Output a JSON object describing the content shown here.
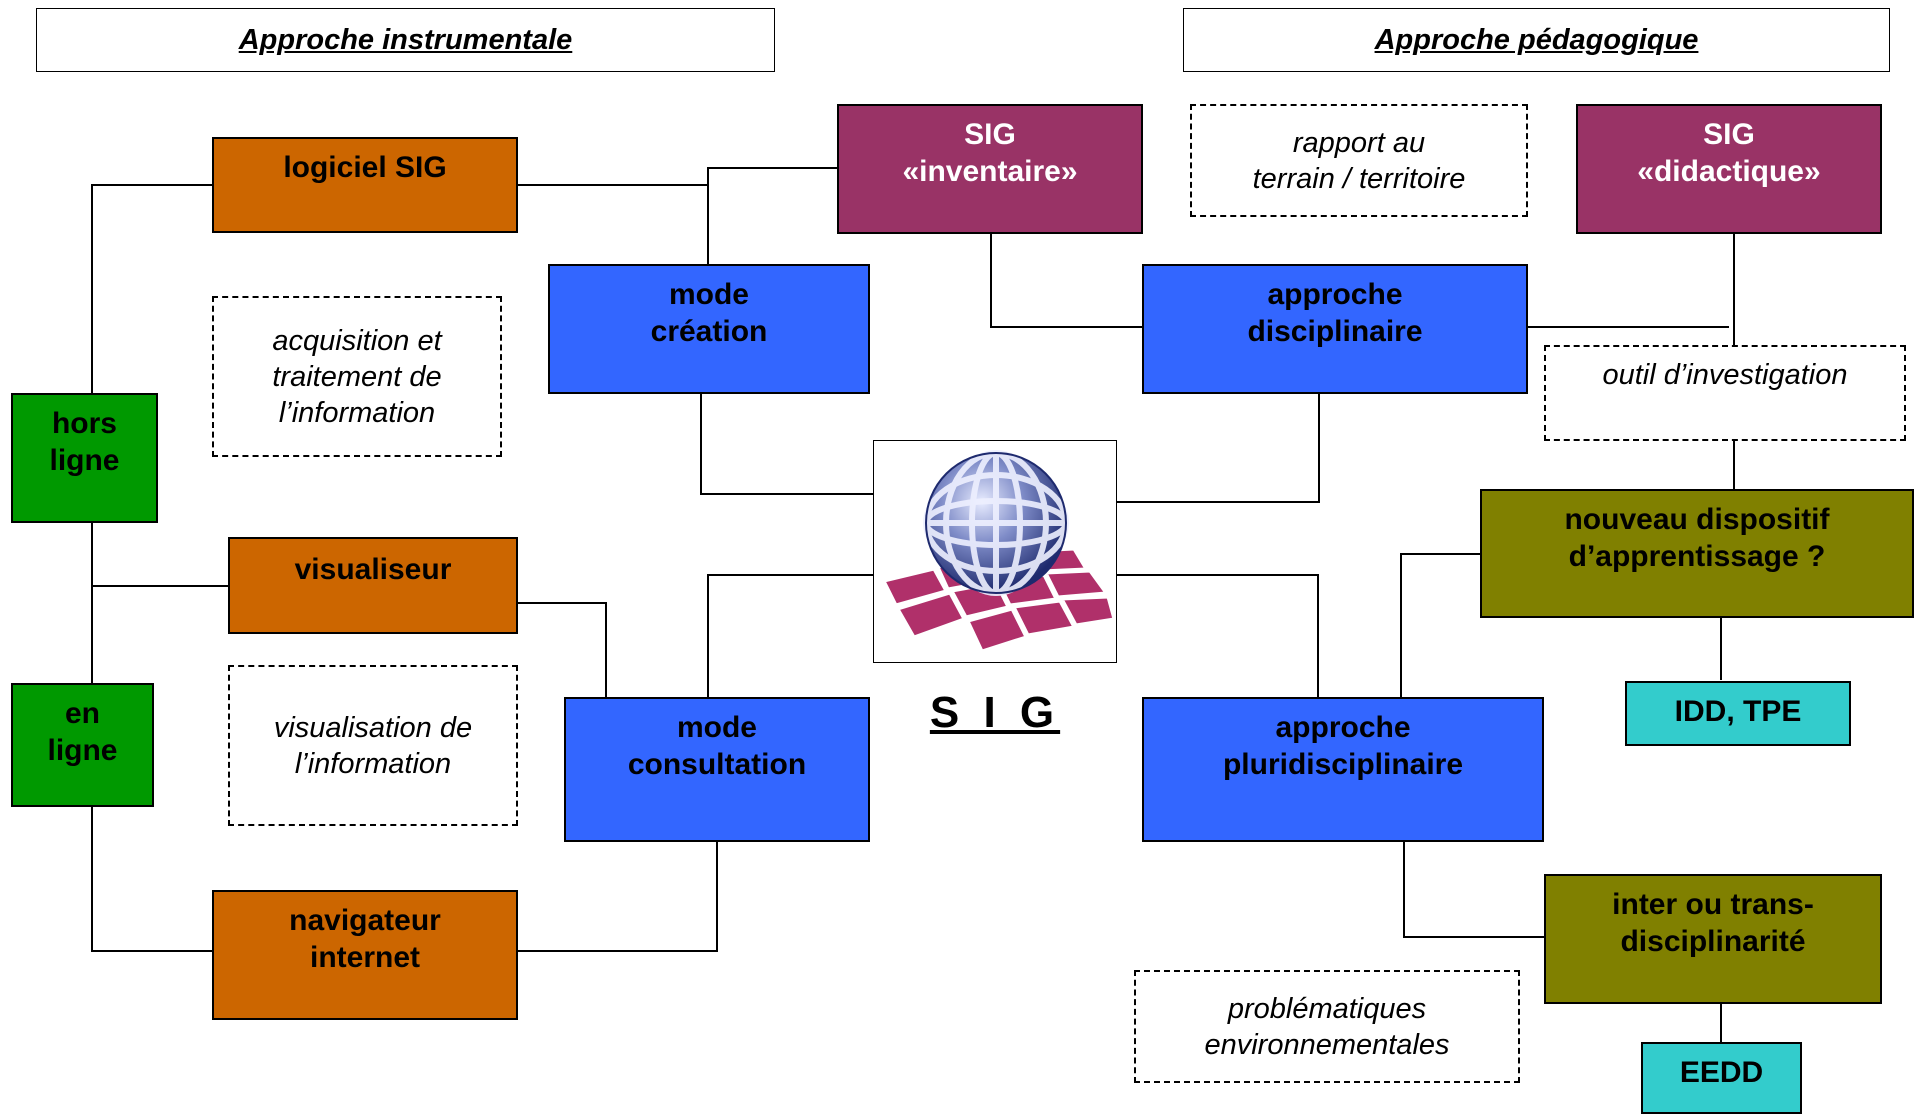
{
  "headers": {
    "left": "Approche instrumentale",
    "right": "Approche pédagogique"
  },
  "nodes": {
    "logiciel_sig": "logiciel SIG",
    "hors_ligne": "hors\nligne",
    "visualiseur": "visualiseur",
    "en_ligne": "en\nligne",
    "navigateur": "navigateur\ninternet",
    "mode_creation": "mode\ncréation",
    "mode_consultation": "mode\nconsultation",
    "sig_inventaire": "SIG\n«inventaire»",
    "sig_didactique": "SIG\n«didactique»",
    "approche_disciplinaire": "approche\ndisciplinaire",
    "approche_pluri": "approche\npluridisciplinaire",
    "nouveau_dispositif": "nouveau dispositif\nd’apprentissage ?",
    "idd_tpe": "IDD, TPE",
    "inter_trans": "inter ou trans-\ndisciplinarité",
    "eedd": "EEDD"
  },
  "notes": {
    "acquisition": "acquisition et\ntraitement de\nl’information",
    "visualisation": "visualisation de\nl’information",
    "rapport": "rapport au\nterrain / territoire",
    "outil": "outil d’investigation",
    "problematiques": "problématiques\nenvironnementales"
  },
  "center": {
    "title": "S I G",
    "logo_icon": "globe-with-map-tiles-icon"
  },
  "colors": {
    "orange": "#cc6600",
    "green": "#009900",
    "blue": "#3366ff",
    "purple": "#993366",
    "olive": "#808000",
    "cyan": "#33cccc"
  }
}
